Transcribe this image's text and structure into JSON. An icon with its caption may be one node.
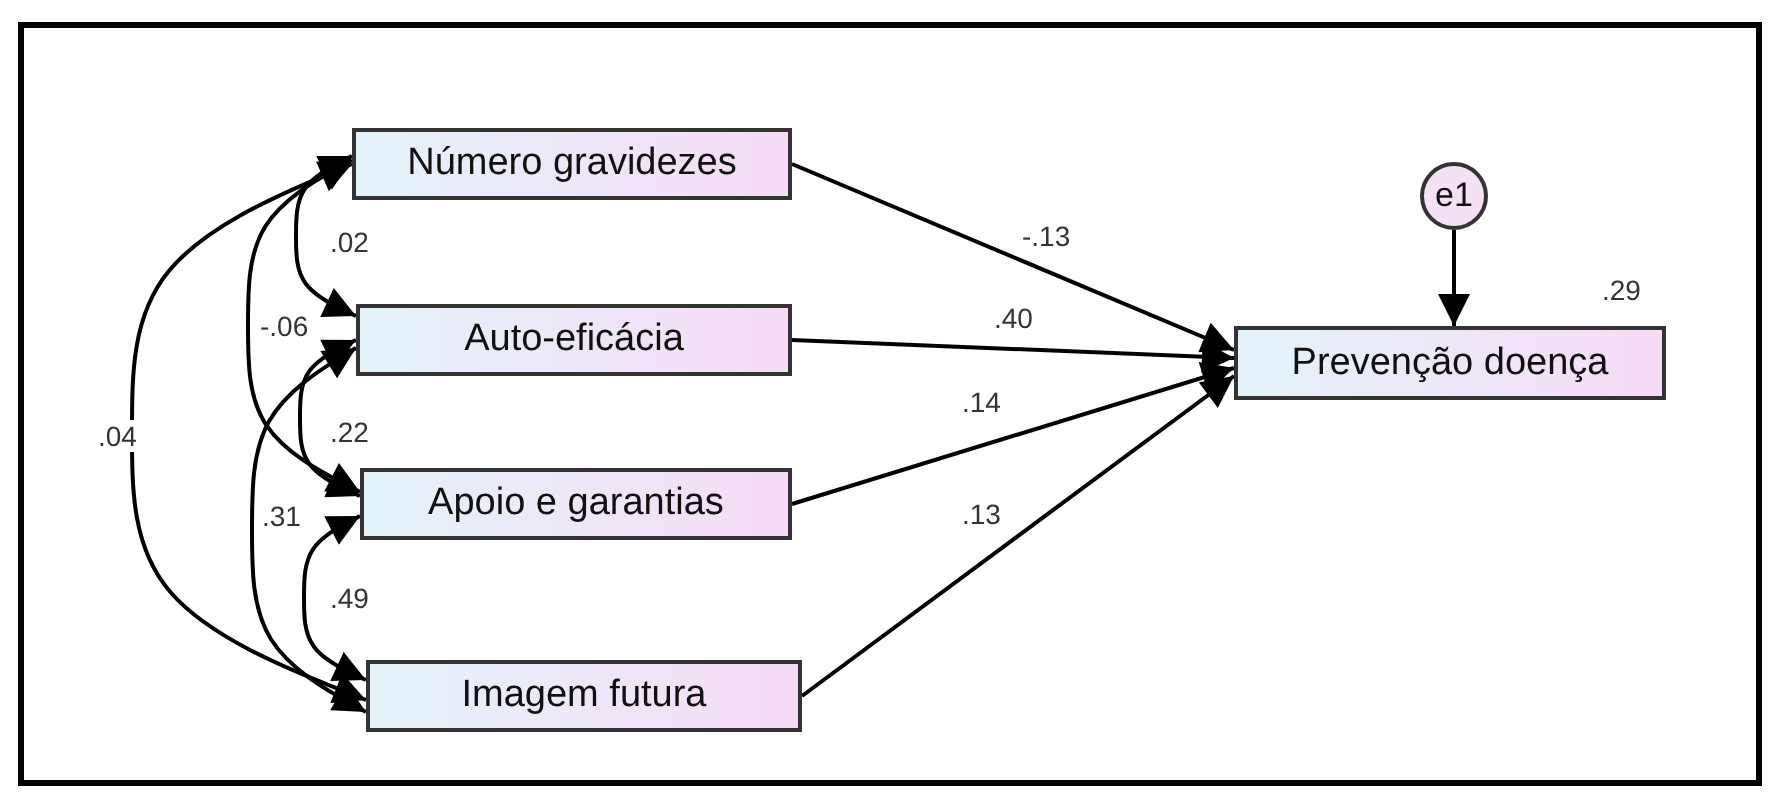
{
  "diagram": {
    "nodes": [
      {
        "text": [
          "Número gravidezes"
        ]
      },
      {
        "text": [
          "Auto-eficácia"
        ]
      },
      {
        "text": [
          "Apoio e garantias"
        ]
      },
      {
        "text": [
          "Imagem futura"
        ]
      },
      {
        "text": [
          "Prevenção doença"
        ],
        "beside": [
          ".29"
        ]
      },
      {
        "text": [
          "e1"
        ]
      }
    ],
    "edges": [
      {
        "from": 0,
        "to": 1,
        "arrow": "both",
        "label": ".02"
      },
      {
        "from": 0,
        "to": 2,
        "arrow": "both",
        "label": "-.06"
      },
      {
        "from": 0,
        "to": 3,
        "arrow": "both",
        "label": ".04"
      },
      {
        "from": 1,
        "to": 2,
        "arrow": "both",
        "label": ".22"
      },
      {
        "from": 1,
        "to": 3,
        "arrow": "both",
        "label": ".31"
      },
      {
        "from": 2,
        "to": 3,
        "arrow": "both",
        "label": ".49"
      },
      {
        "from": 0,
        "to": 4,
        "arrow": "to",
        "label": "-.13"
      },
      {
        "from": 1,
        "to": 4,
        "arrow": "to",
        "label": ".40"
      },
      {
        "from": 2,
        "to": 4,
        "arrow": "to",
        "label": ".14"
      },
      {
        "from": 3,
        "to": 4,
        "arrow": "to",
        "label": ".13"
      },
      {
        "from": 5,
        "to": 4,
        "arrow": "to"
      }
    ]
  }
}
